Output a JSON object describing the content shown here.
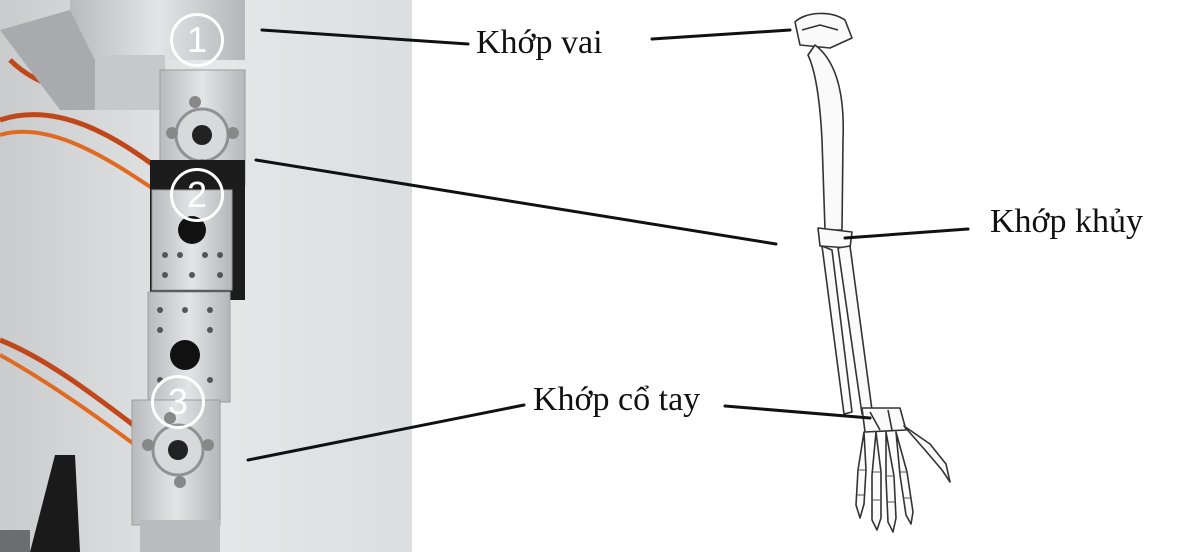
{
  "labels": {
    "shoulder": "Khớp vai",
    "elbow": "Khớp khủy",
    "wrist": "Khớp cổ tay"
  },
  "joint_numbers": [
    "1",
    "2",
    "3"
  ],
  "colors": {
    "background": "#ffffff",
    "photo_wall": "#d9d9d9",
    "bracket_metal": "#c9cacc",
    "servo_body": "#1c1c1c",
    "servo_wire_orange": "#d9531e",
    "leader_line": "#111111",
    "bone_outline": "#333333"
  }
}
